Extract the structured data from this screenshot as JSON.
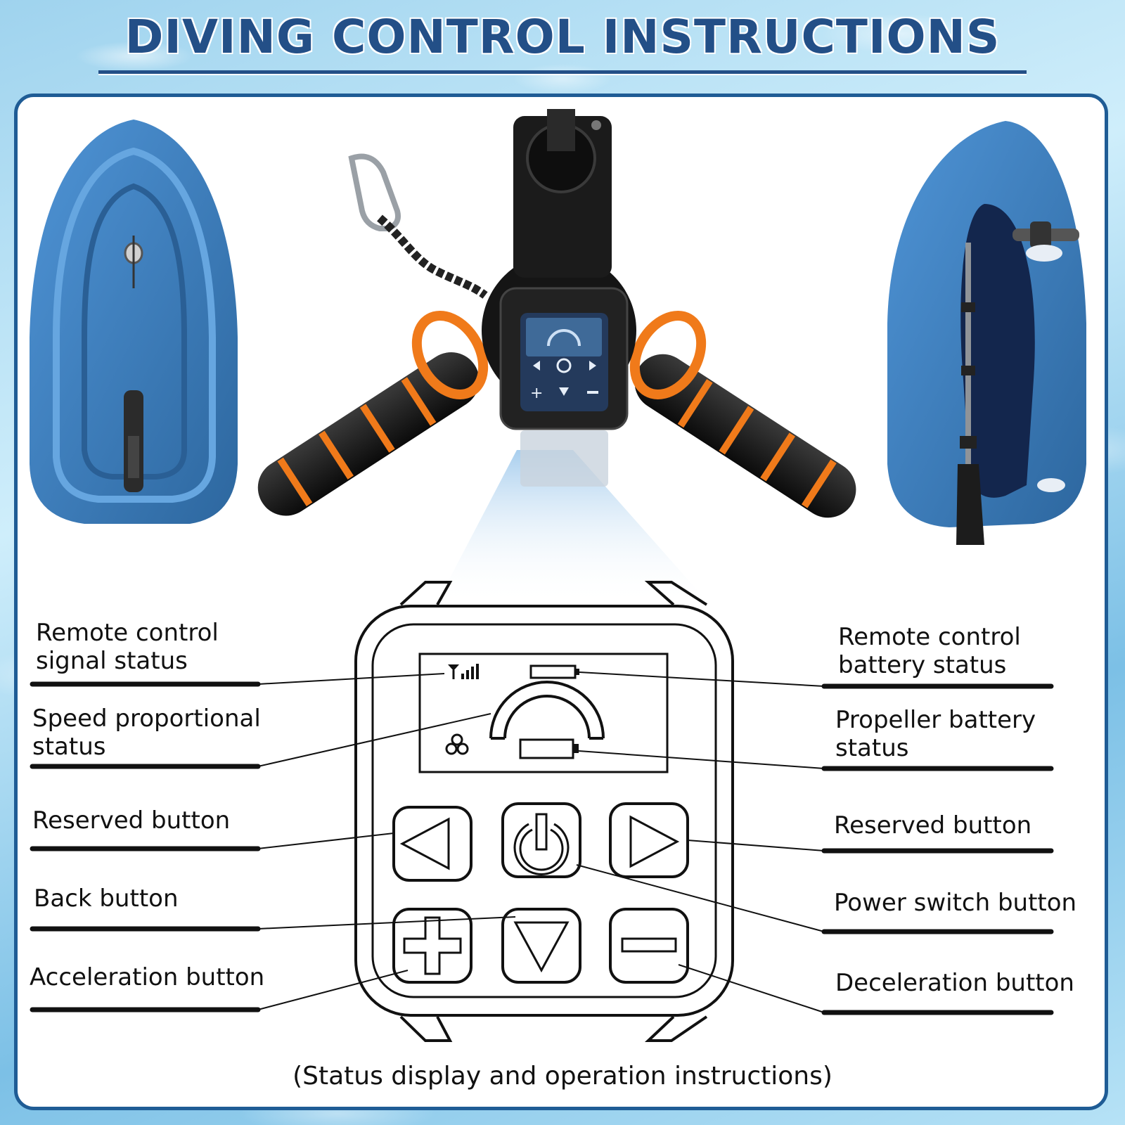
{
  "title": "DIVING CONTROL INSTRUCTIONS",
  "caption": "(Status display and operation instructions)",
  "labels": {
    "remote_signal_1": "Remote control",
    "remote_signal_2": "signal status",
    "speed_1": "Speed proportional",
    "speed_2": "status",
    "reserved_left": "Reserved button",
    "back": "Back button",
    "acceleration": "Acceleration button",
    "remote_battery_1": "Remote control",
    "remote_battery_2": "battery status",
    "propeller_1": "Propeller battery",
    "propeller_2": "status",
    "reserved_right": "Reserved button",
    "power": "Power switch button",
    "deceleration": "Deceleration button"
  },
  "colors": {
    "title": "#234f87",
    "panel_border": "#1f5c95",
    "board_blue": "#3d7ec1",
    "handle_orange": "#f07a1a"
  },
  "icons": [
    "signal-icon",
    "battery-icon",
    "speed-arc-icon",
    "propeller-icon",
    "left-arrow-icon",
    "power-icon",
    "right-arrow-icon",
    "plus-icon",
    "down-arrow-icon",
    "minus-icon"
  ]
}
